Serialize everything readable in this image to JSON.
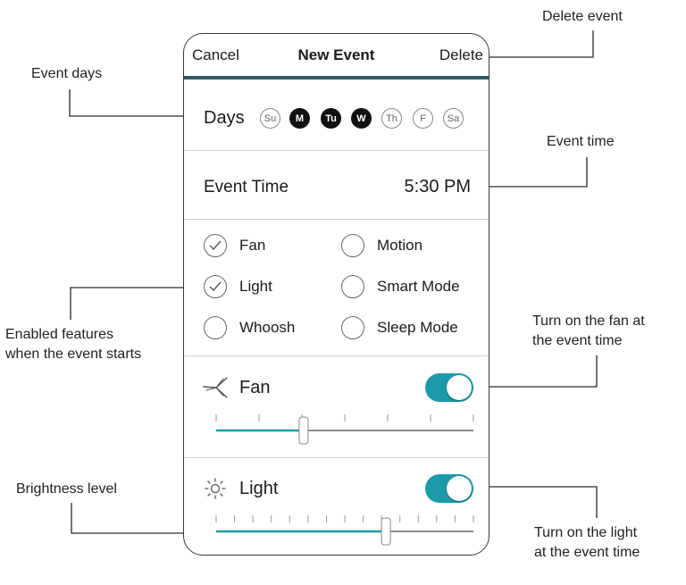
{
  "callouts": {
    "delete_event": "Delete event",
    "event_days": "Event days",
    "event_time": "Event time",
    "enabled_features_1": "Enabled features",
    "enabled_features_2": "when the event starts",
    "turn_on_fan_1": "Turn on the fan at",
    "turn_on_fan_2": "the event time",
    "brightness_level": "Brightness level",
    "turn_on_light_1": "Turn on the light",
    "turn_on_light_2": "at the event time"
  },
  "nav": {
    "cancel": "Cancel",
    "title": "New Event",
    "delete": "Delete"
  },
  "days": {
    "label": "Days",
    "items": [
      {
        "abbr": "Su",
        "selected": false
      },
      {
        "abbr": "M",
        "selected": true
      },
      {
        "abbr": "Tu",
        "selected": true
      },
      {
        "abbr": "W",
        "selected": true
      },
      {
        "abbr": "Th",
        "selected": false
      },
      {
        "abbr": "F",
        "selected": false
      },
      {
        "abbr": "Sa",
        "selected": false
      }
    ]
  },
  "event_time": {
    "label": "Event Time",
    "value": "5:30 PM"
  },
  "features": [
    {
      "label": "Fan",
      "checked": true
    },
    {
      "label": "Motion",
      "checked": false
    },
    {
      "label": "Light",
      "checked": true
    },
    {
      "label": "Smart Mode",
      "checked": false
    },
    {
      "label": "Whoosh",
      "checked": false
    },
    {
      "label": "Sleep Mode",
      "checked": false
    }
  ],
  "fan": {
    "label": "Fan",
    "on": true,
    "icon": "fan-icon",
    "level_fraction": 0.34,
    "ticks": 7
  },
  "light": {
    "label": "Light",
    "on": true,
    "icon": "sun-icon",
    "level_fraction": 0.66,
    "ticks": 15
  },
  "colors": {
    "accent": "#1d9aa9",
    "nav_bar": "#2e5a62",
    "slider_fill": "#1d9aa9"
  }
}
